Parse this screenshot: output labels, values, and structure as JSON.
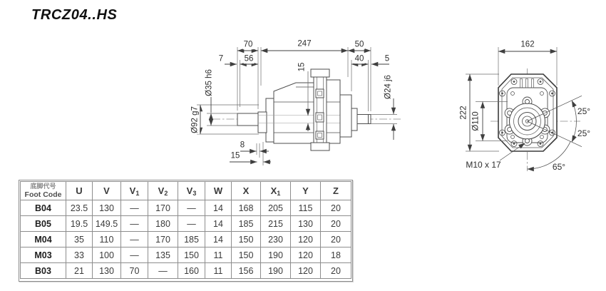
{
  "page": {
    "title": "TRCZ04..HS"
  },
  "side_view": {
    "top_dims": {
      "d70": "70",
      "d247": "247",
      "d50": "50",
      "d7": "7",
      "d56": "56",
      "d15": "15",
      "d40": "40",
      "d5": "5"
    },
    "bottom_dims": {
      "d8": "8",
      "d15": "15"
    },
    "shaft_labels": {
      "input_shaft": "Ø35 h6",
      "input_flange": "Ø92 g7",
      "output_shaft": "Ø24 j6"
    }
  },
  "front_view": {
    "dims": {
      "width": "162",
      "height": "222",
      "bolt_circle": "Ø110"
    },
    "angles": {
      "upper": "25°",
      "lower": "25°",
      "sweep": "65°"
    },
    "tap_label": "M10 x 17"
  },
  "table": {
    "header": {
      "foot_code_zh": "底脚代号",
      "foot_code_en": "Foot Code"
    },
    "cols": [
      {
        "b": "U",
        "s": ""
      },
      {
        "b": "V",
        "s": ""
      },
      {
        "b": "V",
        "s": "1"
      },
      {
        "b": "V",
        "s": "2"
      },
      {
        "b": "V",
        "s": "3"
      },
      {
        "b": "W",
        "s": ""
      },
      {
        "b": "X",
        "s": ""
      },
      {
        "b": "X",
        "s": "1"
      },
      {
        "b": "Y",
        "s": ""
      },
      {
        "b": "Z",
        "s": ""
      }
    ],
    "rows": [
      {
        "code": "B04",
        "values": [
          "23.5",
          "130",
          "—",
          "170",
          "—",
          "14",
          "168",
          "205",
          "115",
          "20"
        ]
      },
      {
        "code": "B05",
        "values": [
          "19.5",
          "149.5",
          "—",
          "180",
          "—",
          "14",
          "185",
          "215",
          "130",
          "20"
        ]
      },
      {
        "code": "M04",
        "values": [
          "35",
          "110",
          "—",
          "170",
          "185",
          "14",
          "150",
          "230",
          "120",
          "20"
        ]
      },
      {
        "code": "M03",
        "values": [
          "33",
          "100",
          "—",
          "135",
          "150",
          "11",
          "150",
          "190",
          "120",
          "18"
        ]
      },
      {
        "code": "B03",
        "values": [
          "21",
          "130",
          "70",
          "—",
          "160",
          "11",
          "156",
          "190",
          "120",
          "20"
        ]
      }
    ]
  }
}
